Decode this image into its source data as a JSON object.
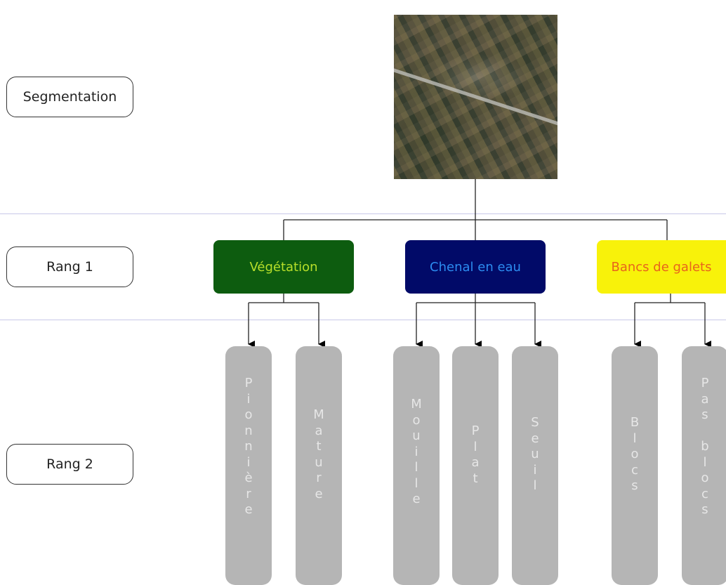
{
  "levels": {
    "segmentation": "Segmentation",
    "rank1": "Rang 1",
    "rank2": "Rang 2"
  },
  "rank1_nodes": [
    {
      "label": "Végétation",
      "fill": "#0d5c0f",
      "text_color": "#b7df2a"
    },
    {
      "label": "Chenal en eau",
      "fill": "#010a68",
      "text_color": "#2c8cf0"
    },
    {
      "label": "Bancs de galets",
      "fill": "#f8f20a",
      "text_color": "#e8641c"
    }
  ],
  "rank2_nodes": {
    "vegetation": [
      "Pionnière",
      "Mature"
    ],
    "chenal": [
      "Mouille",
      "Plat",
      "Seuil"
    ],
    "galets": [
      "Blocs",
      "Pas blocs"
    ]
  },
  "colors": {
    "subnode_fill": "#b5b5b5",
    "subnode_text": "#e6e6e6",
    "band_lines": "#c8c8e8"
  },
  "icons": {
    "aerial": "aerial-photo"
  }
}
